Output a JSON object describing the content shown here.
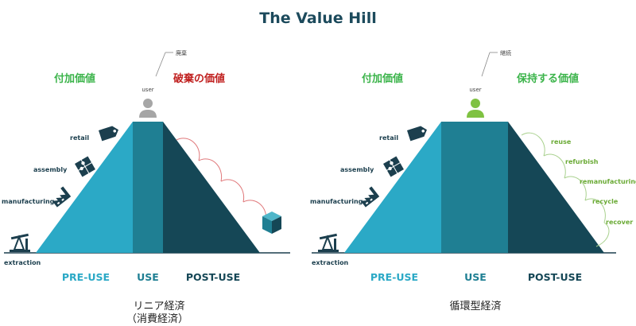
{
  "title": "The Value Hill",
  "left": {
    "value_added": "付加価値",
    "value_destroyed": "破棄の価値",
    "user_label": "user",
    "disposal_label": "廃棄",
    "stages": [
      "retail",
      "assembly",
      "manufacturing",
      "extraction"
    ],
    "phases": [
      "PRE-USE",
      "USE",
      "POST-USE"
    ],
    "caption_line1": "リニア経済",
    "caption_line2": "（消費経済）"
  },
  "right": {
    "value_added": "付加価値",
    "value_retained": "保持する価値",
    "user_label": "user",
    "continue_label": "継続",
    "stages": [
      "retail",
      "assembly",
      "manufacturing",
      "extraction"
    ],
    "loops": [
      "reuse",
      "refurbish",
      "remanufacturing",
      "recycle",
      "recover"
    ],
    "phases": [
      "PRE-USE",
      "USE",
      "POST-USE"
    ],
    "caption": "循環型経済"
  },
  "colors": {
    "pre_use": "#2ba9c6",
    "use": "#1f7f93",
    "post_use": "#154756",
    "added_green": "#3cb44b",
    "loss_red": "#c0201f",
    "loop_green": "#6aaa35",
    "loss_curve": "#e0787a",
    "user_grey": "#a6a6a6",
    "user_green": "#7fc242",
    "title": "#1c4a5c"
  }
}
